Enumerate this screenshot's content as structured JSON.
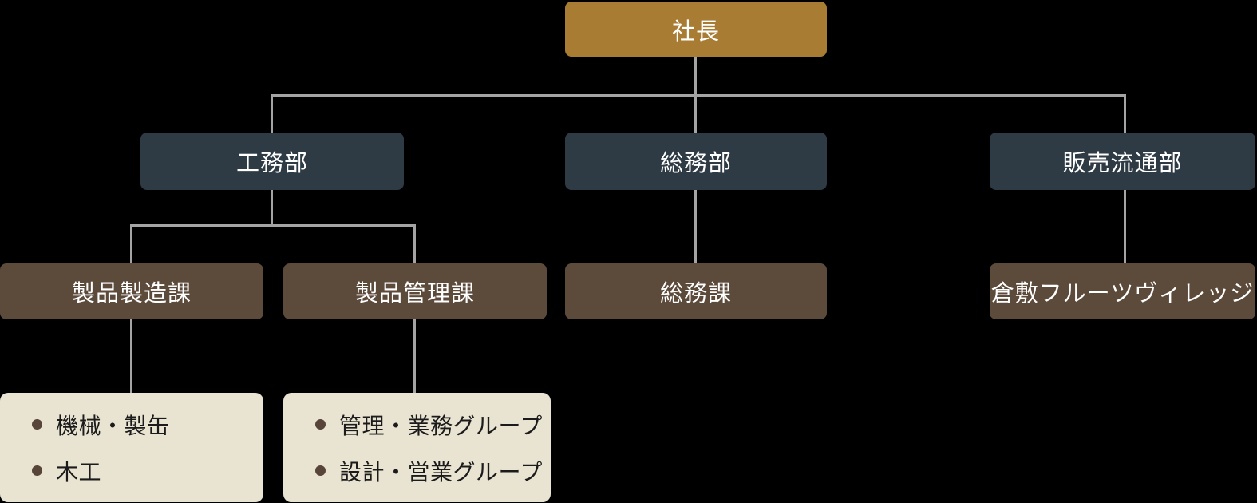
{
  "diagram": {
    "root": {
      "label": "社長"
    },
    "departments": [
      {
        "label": "工務部"
      },
      {
        "label": "総務部"
      },
      {
        "label": "販売流通部"
      }
    ],
    "sections": [
      {
        "label": "製品製造課"
      },
      {
        "label": "製品管理課"
      },
      {
        "label": "総務課"
      },
      {
        "label": "倉敷フルーツヴィレッジ"
      }
    ],
    "groups": [
      {
        "items": [
          "機械・製缶",
          "木工"
        ]
      },
      {
        "items": [
          "管理・業務グループ",
          "設計・営業グループ"
        ]
      }
    ]
  },
  "colors": {
    "background": "#000000",
    "president_box": "#A87C33",
    "department_box": "#2E3A44",
    "section_box": "#5C4A3B",
    "group_panel": "#E9E3D1",
    "connector": "#A4A4A4",
    "box_text": "#FFFFFF",
    "panel_text": "#1B1B1B",
    "bullet": "#57453A"
  }
}
